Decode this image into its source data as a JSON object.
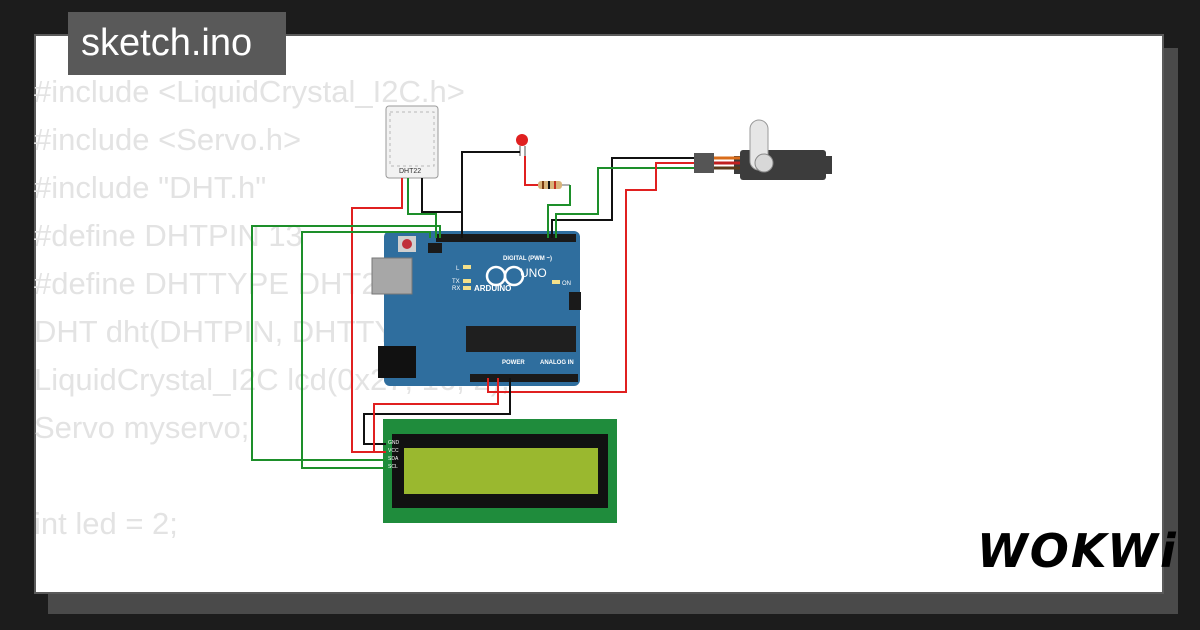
{
  "title": "sketch.ino",
  "code_lines": [
    "#include <LiquidCrystal_I2C.h>",
    "#include <Servo.h>",
    "#include \"DHT.h\"",
    "#define DHTPIN 13",
    "#define DHTTYPE DHT22",
    "DHT dht(DHTPIN, DHTTYPE);",
    "LiquidCrystal_I2C lcd(0x27, 16, 2);",
    "Servo myservo;",
    "",
    "int led = 2;"
  ],
  "components": {
    "dht_label": "DHT22",
    "board_name": "UNO",
    "board_brand": "ARDUINO",
    "digital_label": "DIGITAL (PWM ~)",
    "power_label": "POWER",
    "analog_label": "ANALOG IN",
    "on_label": "ON",
    "led_label": "L",
    "tx_label": "TX",
    "rx_label": "RX",
    "lcd_pins": [
      "GND",
      "VCC",
      "SDA",
      "SCL"
    ]
  },
  "brand": "WOKWi",
  "colors": {
    "background": "#1c1c1c",
    "board": "#2f6e9e",
    "lcd_pcb": "#1f8c3c",
    "lcd_screen": "#9ab82f",
    "wire_red": "#e02020",
    "wire_black": "#111111",
    "wire_green": "#1d8f2a"
  }
}
